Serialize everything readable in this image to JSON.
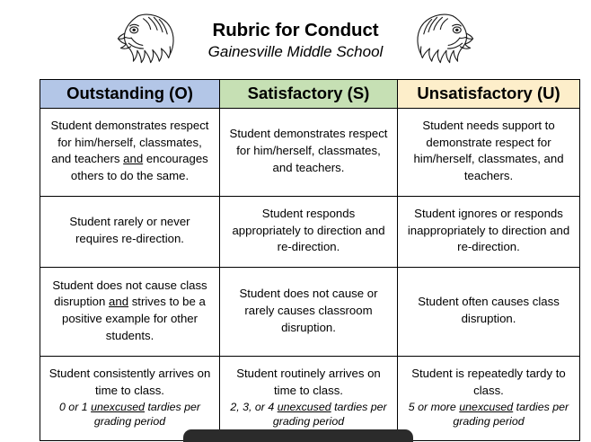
{
  "header": {
    "title": "Rubric for Conduct",
    "subtitle": "Gainesville Middle School",
    "left_crest": "eagle-head-icon",
    "right_crest": "eagle-head-icon"
  },
  "colors": {
    "outstanding_header": "#b3c6e7",
    "satisfactory_header": "#c6e0b4",
    "unsatisfactory_header": "#fdeeca",
    "border": "#000000",
    "text": "#000000",
    "bottom_bar": "#2b2b2b"
  },
  "table": {
    "columns": [
      {
        "label": "Outstanding (O)",
        "key": "outstanding"
      },
      {
        "label": "Satisfactory (S)",
        "key": "satisfactory"
      },
      {
        "label": "Unsatisfactory (U)",
        "key": "unsatisfactory"
      }
    ],
    "rows": [
      {
        "name": "respect",
        "outstanding": {
          "pre": "Student demonstrates  respect for him/herself, classmates, and teachers ",
          "underlined": "and",
          "post": " encourages others to do the same."
        },
        "satisfactory": {
          "text": "Student demonstrates  respect for him/herself, classmates, and teachers."
        },
        "unsatisfactory": {
          "text": "Student needs support to demonstrate respect for him/herself, classmates, and teachers."
        }
      },
      {
        "name": "re-direction",
        "outstanding": {
          "text": "Student rarely or never requires  re-direction."
        },
        "satisfactory": {
          "text": "Student responds appropriately to direction and re-direction."
        },
        "unsatisfactory": {
          "text": "Student ignores or responds inappropriately to direction and re-direction."
        }
      },
      {
        "name": "class-disruption",
        "outstanding": {
          "pre": "Student does not cause class disruption ",
          "underlined": "and",
          "post": " strives to be a positive example for other students."
        },
        "satisfactory": {
          "text": "Student does not cause or rarely causes classroom disruption."
        },
        "unsatisfactory": {
          "text": "Student often causes class disruption."
        }
      },
      {
        "name": "tardies",
        "outstanding": {
          "main": "Student consistently  arrives on time to class.",
          "sub_pre": "0 or 1 ",
          "sub_underlined": "unexcused",
          "sub_post": " tardies per grading period"
        },
        "satisfactory": {
          "main": "Student routinely arrives on time to class.",
          "sub_pre": "2, 3, or 4 ",
          "sub_underlined": "unexcused",
          "sub_post": " tardies per grading period"
        },
        "unsatisfactory": {
          "main": "Student is repeatedly tardy to class.",
          "sub_pre": "5 or more ",
          "sub_underlined": "unexcused",
          "sub_post": " tardies per grading period"
        }
      }
    ]
  }
}
